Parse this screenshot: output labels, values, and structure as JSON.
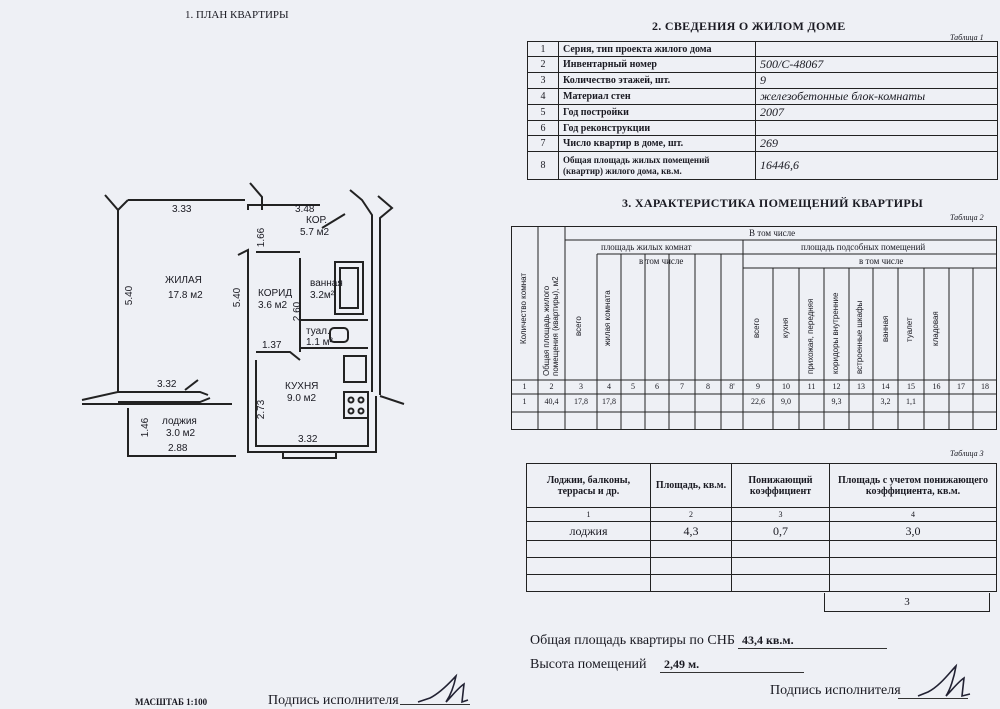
{
  "plan": {
    "title": "1. ПЛАН КВАРТИРЫ",
    "scale": "МАСШТАБ 1:100",
    "rooms": {
      "living_name": "ЖИЛАЯ",
      "living_area": "17.8 м2",
      "corridor_name": "КОРИД",
      "corridor_area": "3.6 м2",
      "kor_name": "КОР.",
      "kor_area": "5.7 м2",
      "bath_name": "ванная",
      "bath_area": "3.2м²",
      "toilet_name": "туал.",
      "toilet_area": "1.1 м²",
      "kitchen_name": "КУХНЯ",
      "kitchen_area": "9.0 м2",
      "loggia_name": "лоджия",
      "loggia_area": "3.0 м2"
    },
    "dims": {
      "d333": "3.33",
      "d348": "3.48",
      "d166": "1.66",
      "d540a": "5.40",
      "d540b": "5.40",
      "d260": "2.60",
      "d137": "1.37",
      "d332a": "3.32",
      "d273": "2.73",
      "d332b": "3.32",
      "d146": "1.46",
      "d288": "2.88"
    }
  },
  "section2": {
    "title": "2. СВЕДЕНИЯ О ЖИЛОМ ДОМЕ",
    "table_label": "Таблица 1",
    "rows": [
      {
        "n": "1",
        "label": "Серия, тип проекта жилого дома",
        "value": ""
      },
      {
        "n": "2",
        "label": "Инвентарный номер",
        "value": "500/С-48067"
      },
      {
        "n": "3",
        "label": "Количество этажей, шт.",
        "value": "9"
      },
      {
        "n": "4",
        "label": "Материал стен",
        "value": "железобетонные блок-комнаты"
      },
      {
        "n": "5",
        "label": "Год постройки",
        "value": "2007"
      },
      {
        "n": "6",
        "label": "Год реконструкции",
        "value": ""
      },
      {
        "n": "7",
        "label": "Число квартир в доме, шт.",
        "value": "269"
      },
      {
        "n": "8",
        "label": "Общая площадь жилых помещений (квартир) жилого дома, кв.м.",
        "value": "16446,6"
      }
    ]
  },
  "section3": {
    "title": "3. ХАРАКТЕРИСТИКА ПОМЕЩЕНИЙ КВАРТИРЫ",
    "table_label": "Таблица 2",
    "head_v_tom_chisle": "В том числе",
    "head_living": "площадь жилых комнат",
    "head_aux": "площадь подсобных помещений",
    "head_sub1": "в том числе",
    "head_sub2": "в том числе",
    "col_rooms": "Количество комнат",
    "col_total": "Общая площадь жилого помещения (квартиры), м2",
    "col_vsego1": "всего",
    "col_living_room": "жилая комната",
    "col_vsego2": "всего",
    "col_kitchen": "кухня",
    "col_hall": "прихожая, передняя",
    "col_corridors": "коридоры внутренние",
    "col_wardrobes": "встроенные шкафы",
    "col_bath": "ванная",
    "col_toilet": "туалет",
    "col_storage": "кладовая",
    "col_numbers": [
      "1",
      "2",
      "3",
      "4",
      "5",
      "6",
      "7",
      "8",
      "8'",
      "9",
      "10",
      "11",
      "12",
      "13",
      "14",
      "15",
      "16",
      "17",
      "18"
    ],
    "data_row": [
      "1",
      "40,4",
      "17,8",
      "17,8",
      "",
      "",
      "",
      "",
      "",
      "22,6",
      "9,0",
      "",
      "9,3",
      "",
      "3,2",
      "1,1",
      "",
      "",
      ""
    ]
  },
  "table3": {
    "table_label": "Таблица 3",
    "h1": "Лоджии, балконы, террасы и др.",
    "h2": "Площадь, кв.м.",
    "h3": "Понижающий коэффициент",
    "h4": "Площадь с учетом понижающего коэффициента, кв.м.",
    "n1": "1",
    "n2": "2",
    "n3": "3",
    "n4": "4",
    "r1c1": "лоджия",
    "r1c2": "4,3",
    "r1c3": "0,7",
    "r1c4": "3,0",
    "total": "3"
  },
  "footer": {
    "total_area_label": "Общая площадь квартиры по СНБ",
    "total_area_value": "43,4 кв.м.",
    "height_label": "Высота помещений",
    "height_value": "2,49 м.",
    "signature_label_left": "Подпись исполнителя",
    "signature_label_right": "Подпись исполнителя"
  }
}
